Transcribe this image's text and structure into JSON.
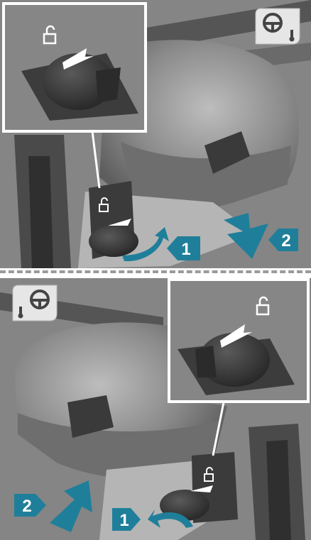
{
  "illustration": {
    "top_panel": {
      "step_1_label": "1",
      "step_2_label": "2"
    },
    "bottom_panel": {
      "step_1_label": "1",
      "step_2_label": "2"
    },
    "colors": {
      "accent_teal": "#1f7f9a",
      "insert_border": "#ffffff",
      "dark_gray": "#3a3a3a",
      "mid_gray": "#7a7a7a",
      "light_gray": "#c8c8c8"
    },
    "icons": [
      "unlock-padlock-icon",
      "steering-wheel-icon",
      "thermometer-icon",
      "arrow-icon"
    ]
  }
}
